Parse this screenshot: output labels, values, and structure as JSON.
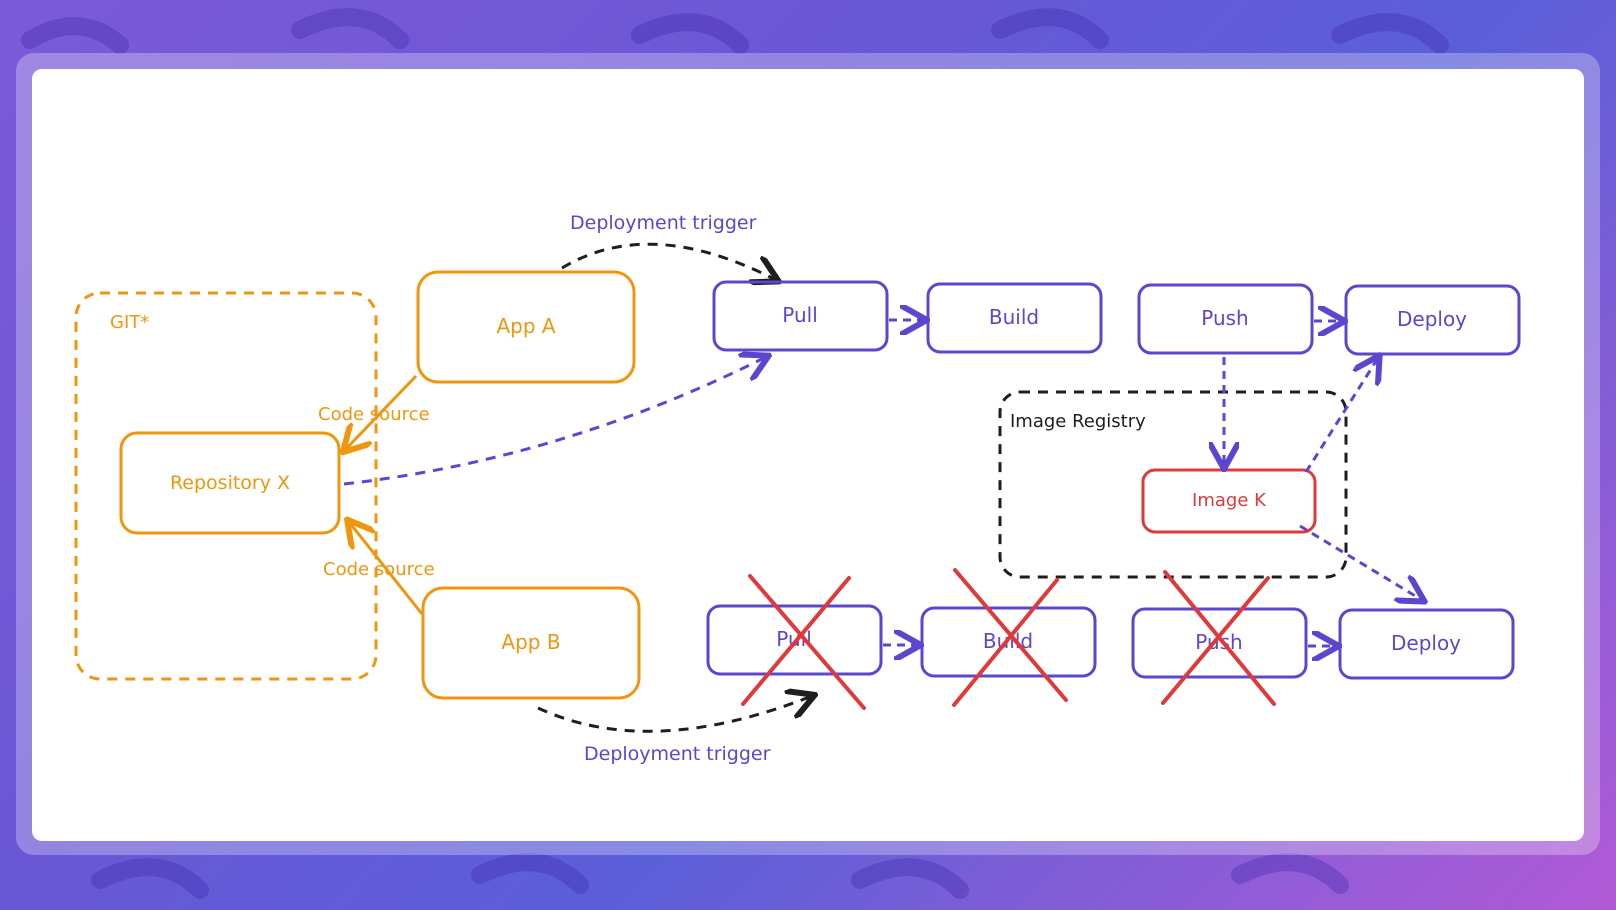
{
  "colors": {
    "orange": "#f0950e",
    "purple": "#5b47cf",
    "red": "#e0393b",
    "black": "#1e1e1e"
  },
  "diagram": {
    "git_label": "GIT*",
    "repository": "Repository X",
    "app_a": "App A",
    "app_b": "App B",
    "code_source_top": "Code source",
    "code_source_bottom": "Code source",
    "trigger_top": "Deployment trigger",
    "trigger_bottom": "Deployment trigger",
    "registry_label": "Image Registry",
    "image": "Image K",
    "top_pipeline": {
      "pull": "Pull",
      "build": "Build",
      "push": "Push",
      "deploy": "Deploy"
    },
    "bottom_pipeline": {
      "pull": "Pull",
      "build": "Build",
      "push": "Push",
      "deploy": "Deploy"
    }
  }
}
